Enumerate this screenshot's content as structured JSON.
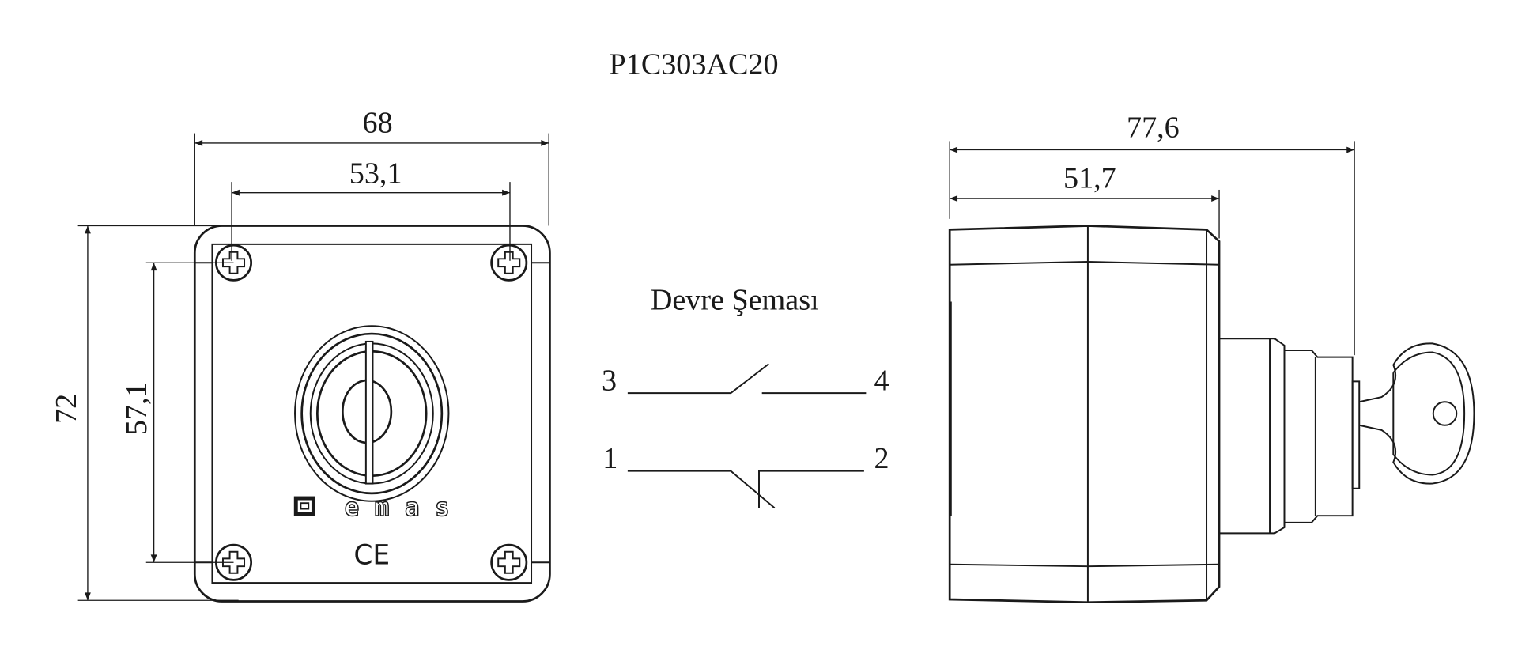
{
  "title": "P1C303AC20",
  "front_view": {
    "width_overall": "68",
    "width_screws": "53,1",
    "height_overall": "72",
    "height_screws": "57,1",
    "brand_logo": "emas",
    "certification_mark": "CE"
  },
  "circuit": {
    "title": "Devre Şeması",
    "terminals": [
      "3",
      "4",
      "1",
      "2"
    ]
  },
  "side_view": {
    "depth_overall": "77,6",
    "depth_body": "51,7"
  }
}
